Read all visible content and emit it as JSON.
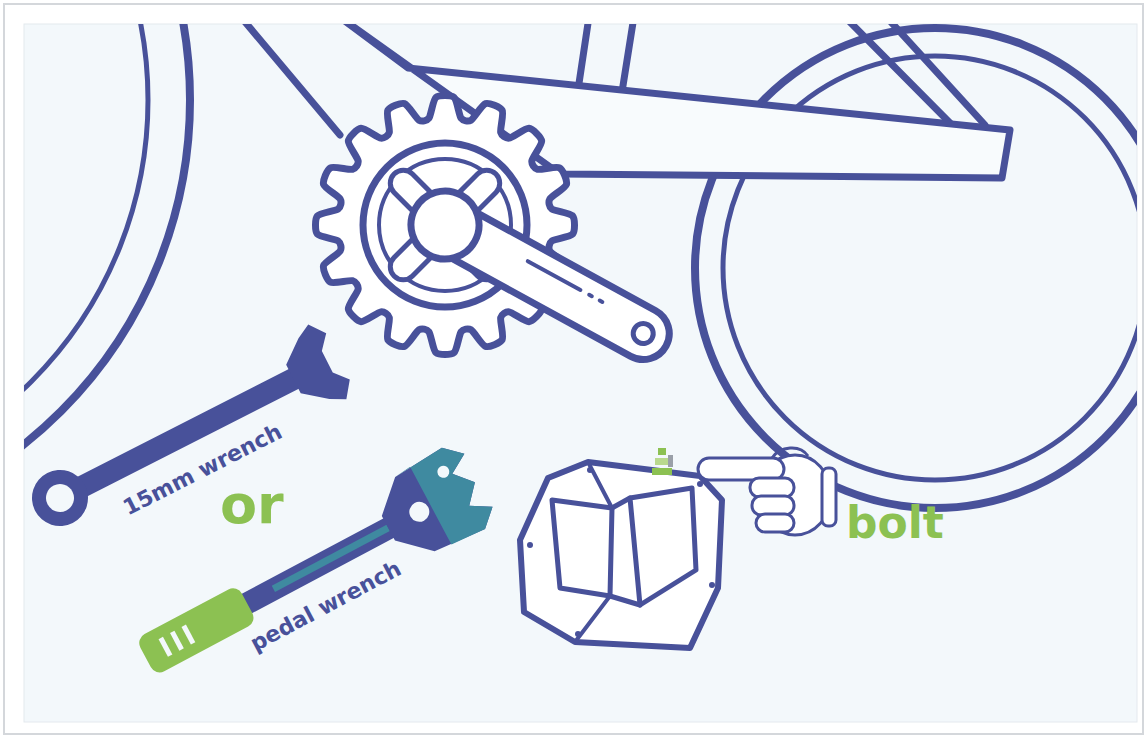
{
  "diagram": {
    "labels": [
      "15mm wrench",
      "or",
      "pedal wrench",
      "bolt"
    ]
  }
}
